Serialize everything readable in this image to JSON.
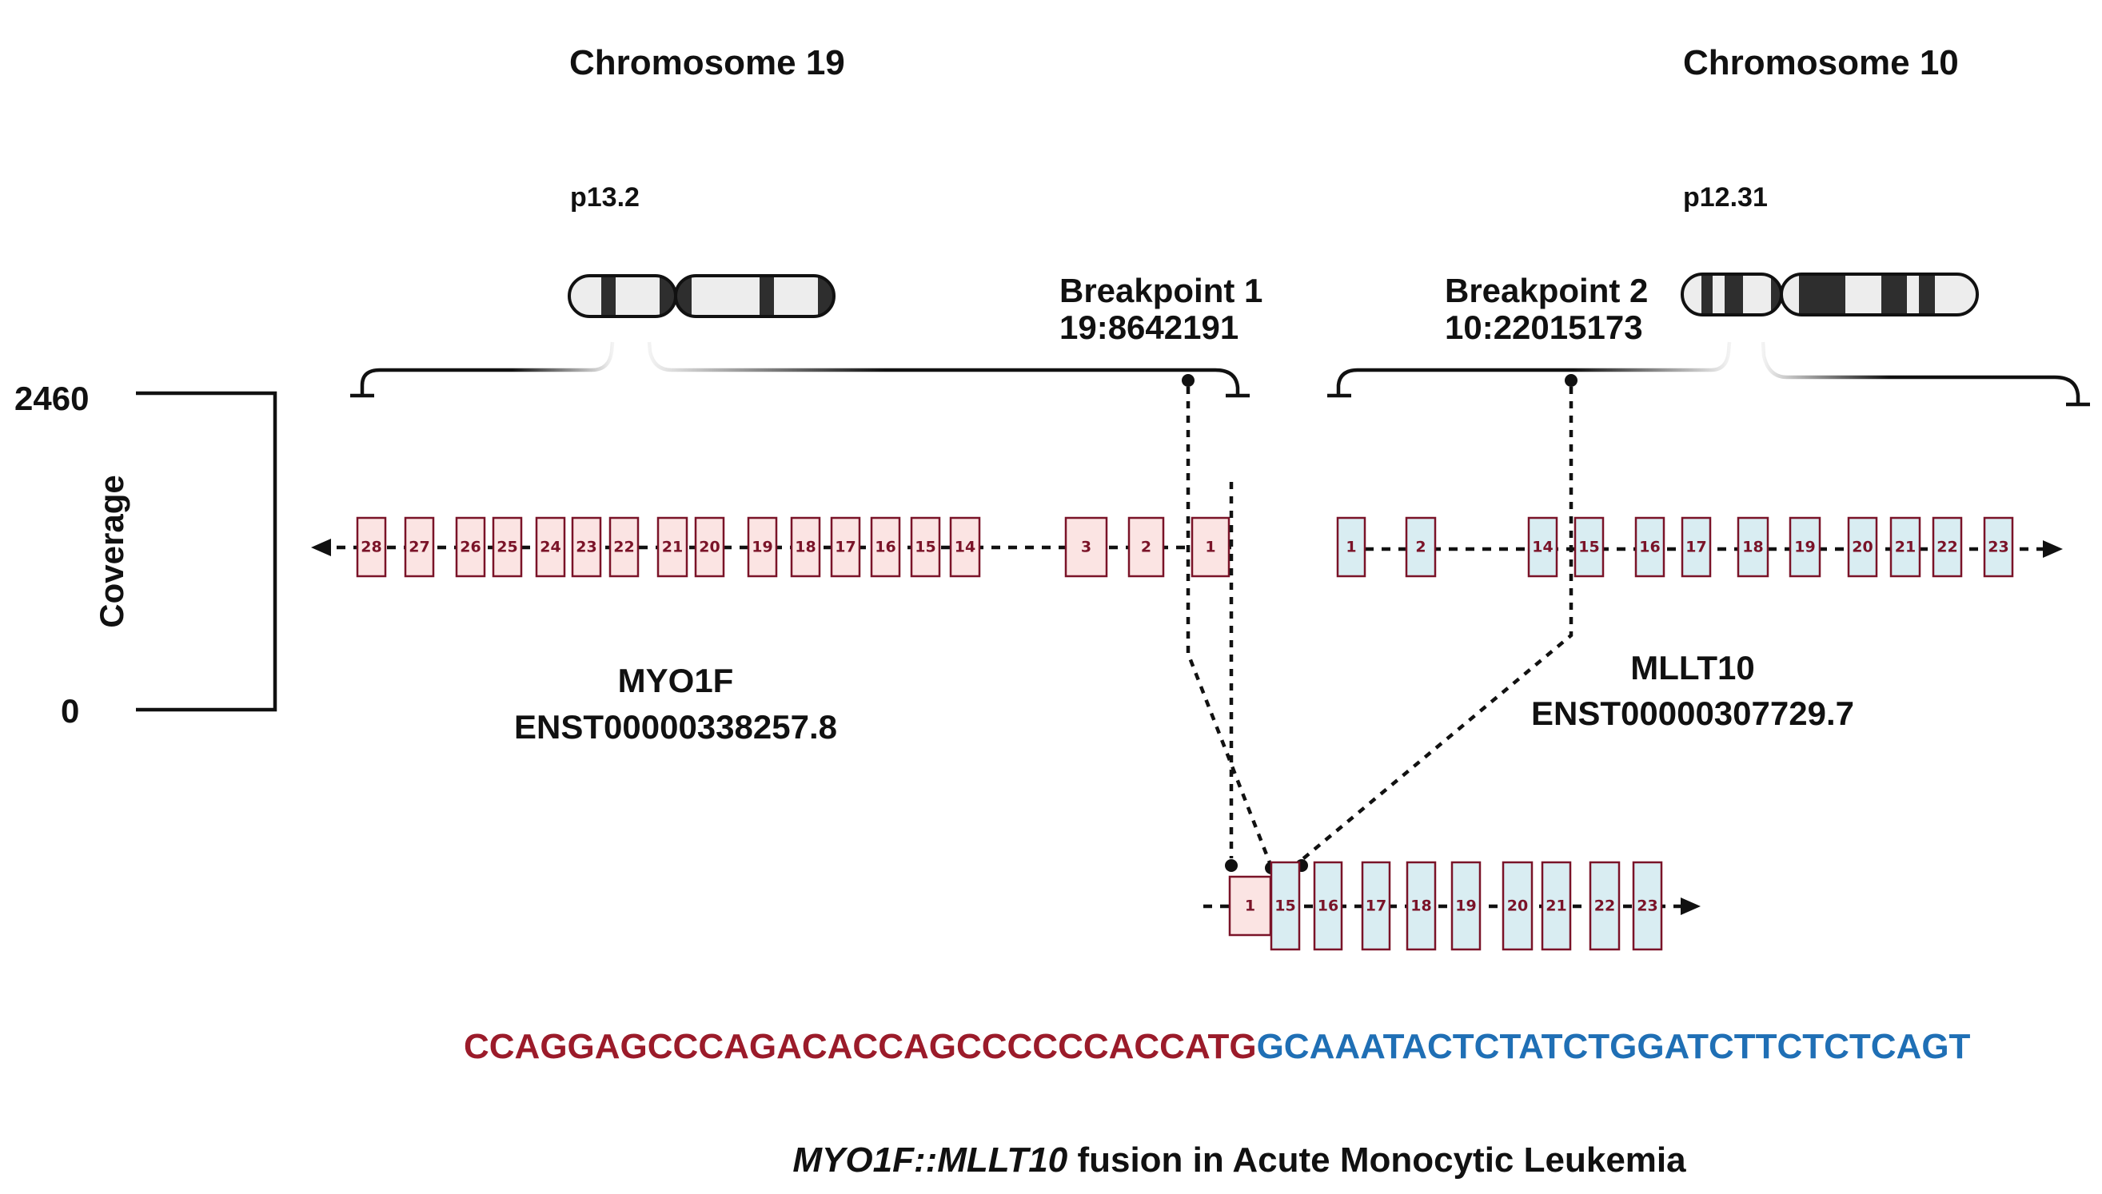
{
  "chromosomes": [
    {
      "id": "chr19",
      "title": "Chromosome 19",
      "band": "p13.2",
      "bands_p_arm": [
        "light",
        "dark",
        "light",
        "dark"
      ],
      "bands_q_arm": [
        "dark",
        "light",
        "dark",
        "light",
        "dark"
      ]
    },
    {
      "id": "chr10",
      "title": "Chromosome 10",
      "band": "p12.31",
      "bands_p_arm": [
        "light",
        "dark",
        "light",
        "dark",
        "light",
        "dark"
      ],
      "bands_q_arm": [
        "light",
        "dark",
        "light",
        "dark",
        "light",
        "dark",
        "light"
      ]
    }
  ],
  "breakpoints": [
    {
      "label": "Breakpoint 1",
      "coordinate": "19:8642191"
    },
    {
      "label": "Breakpoint 2",
      "coordinate": "10:22015173"
    }
  ],
  "coverage_axis": {
    "label": "Coverage",
    "max_label": "2460",
    "min_label": "0",
    "max": 2460,
    "min": 0
  },
  "genes": [
    {
      "name": "MYO1F",
      "transcript": "ENST00000338257.8",
      "strand": "reverse",
      "color": "#fbe4e3",
      "exons": [
        "28",
        "27",
        "26",
        "25",
        "24",
        "23",
        "22",
        "21",
        "20",
        "19",
        "18",
        "17",
        "16",
        "15",
        "14",
        "3",
        "2",
        "1"
      ]
    },
    {
      "name": "MLLT10",
      "transcript": "ENST00000307729.7",
      "strand": "forward",
      "color": "#d9edf2",
      "exons": [
        "1",
        "2",
        "14",
        "15",
        "16",
        "17",
        "18",
        "19",
        "20",
        "21",
        "22",
        "23"
      ]
    }
  ],
  "fusion": {
    "name_italic": "MYO1F::MLLT10",
    "caption_rest": " fusion in Acute Monocytic Leukemia",
    "exons": [
      {
        "num": "1",
        "gene": "MYO1F"
      },
      {
        "num": "15",
        "gene": "MLLT10"
      },
      {
        "num": "16",
        "gene": "MLLT10"
      },
      {
        "num": "17",
        "gene": "MLLT10"
      },
      {
        "num": "18",
        "gene": "MLLT10"
      },
      {
        "num": "19",
        "gene": "MLLT10"
      },
      {
        "num": "20",
        "gene": "MLLT10"
      },
      {
        "num": "21",
        "gene": "MLLT10"
      },
      {
        "num": "22",
        "gene": "MLLT10"
      },
      {
        "num": "23",
        "gene": "MLLT10"
      }
    ],
    "sequence_5prime": "CCAGGAGCCCAGACACCAGCCCCCCACCATG",
    "sequence_3prime": "GCAAATACTCTATCTGGATCTTCTCTCAGT"
  },
  "colors": {
    "myo1f_fill": "#fbe4e3",
    "mllt10_fill": "#d9edf2",
    "exon_border": "#7a1328",
    "seq_5prime": "#9b1b2a",
    "seq_3prime": "#1f6fb5",
    "band_dark": "#2e2e2e",
    "band_light": "#ededed"
  }
}
